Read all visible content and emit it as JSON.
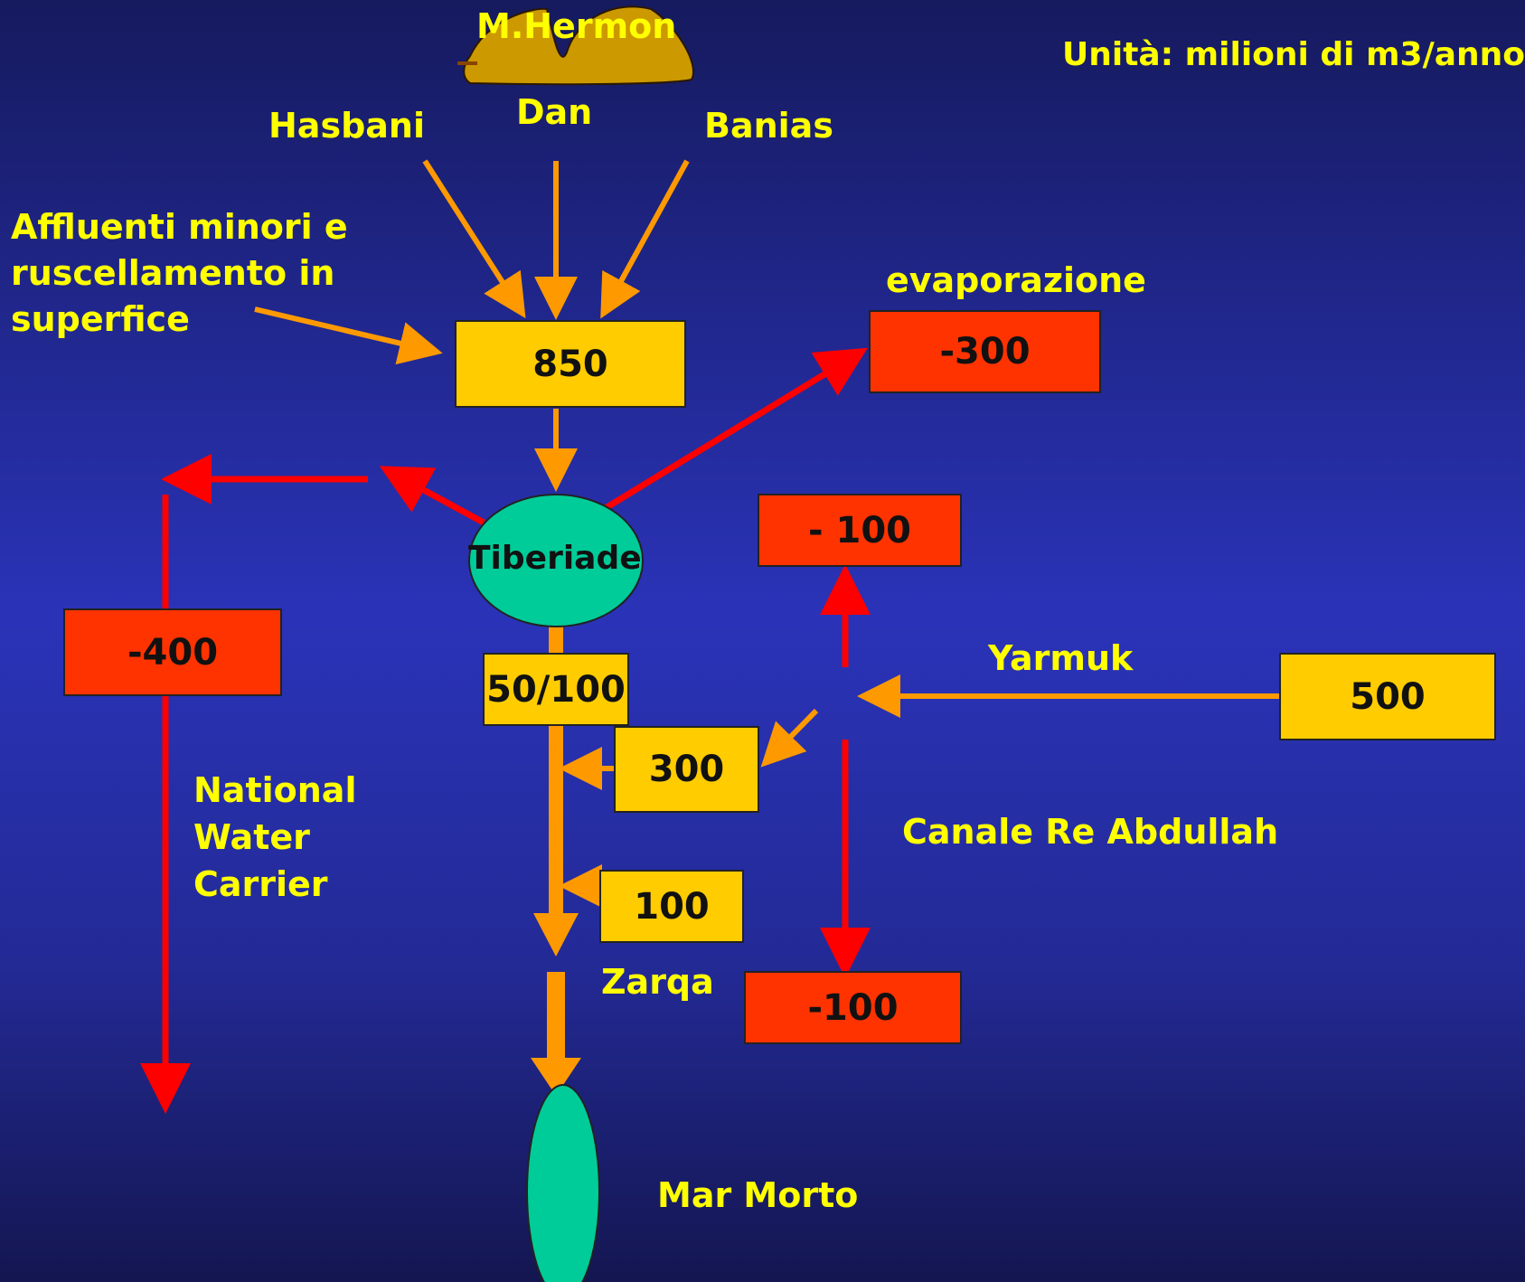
{
  "title": "M.Hermon",
  "units": "Unità: milioni di m3/anno",
  "sources": {
    "hasbani": "Hasbani",
    "dan": "Dan",
    "banias": "Banias"
  },
  "tributaries": "Affluenti minori e ruscellamento in superfice",
  "evaporation_label": "evaporazione",
  "lake": "Tiberiade",
  "yarmuk_label": "Yarmuk",
  "nwc_label": "National Water Carrier",
  "canal_label": "Canale Re Abdullah",
  "zarqa_label": "Zarqa",
  "dead_sea_label": "Mar Morto",
  "values": {
    "inflow": "850",
    "evaporation": "-300",
    "nwc": "-400",
    "outflow": "50/100",
    "yarmuk_in": "300",
    "zarqa_in": "100",
    "yarmuk": "500",
    "canal_up": "- 100",
    "canal_down": "-100"
  },
  "colors": {
    "background": "#2a33b8",
    "flow_orange": "#ff9900",
    "withdrawal_red": "#ff0000",
    "box_yellow": "#ffcc00",
    "box_red": "#ff3300",
    "water_green": "#00cc99",
    "label_yellow": "#ffff00"
  }
}
